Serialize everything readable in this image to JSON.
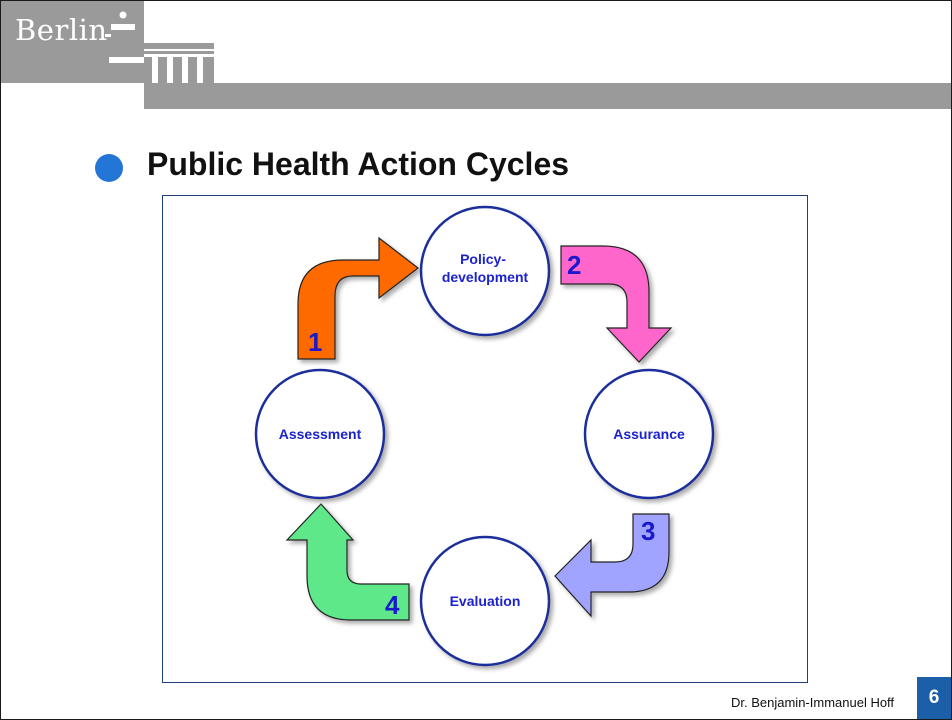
{
  "header": {
    "logo_text": "Berlin"
  },
  "slide": {
    "title": "Public Health Action Cycles",
    "author": "Dr. Benjamin-Immanuel Hoff",
    "page_number": "6"
  },
  "diagram": {
    "nodes": [
      {
        "id": "policy",
        "lines": [
          "Policy-",
          "development"
        ]
      },
      {
        "id": "assurance",
        "lines": [
          "Assurance"
        ]
      },
      {
        "id": "evaluation",
        "lines": [
          "Evaluation"
        ]
      },
      {
        "id": "assessment",
        "lines": [
          "Assessment"
        ]
      }
    ],
    "arrows": [
      {
        "step": "1",
        "color": "#ff6a00"
      },
      {
        "step": "2",
        "color": "#ff66cc"
      },
      {
        "step": "3",
        "color": "#a0a4ff"
      },
      {
        "step": "4",
        "color": "#5ee88a"
      }
    ],
    "node_text_color": "#1c22cc",
    "node_border_color": "#1a2f9c",
    "step_number_color": "#1a1acc"
  }
}
